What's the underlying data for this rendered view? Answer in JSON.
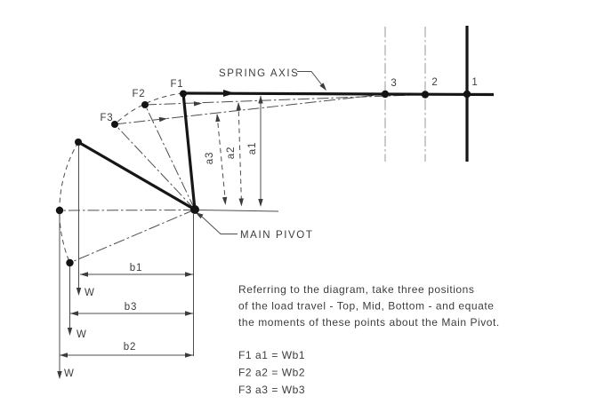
{
  "diagram": {
    "spring_axis_label": "SPRING AXIS",
    "main_pivot_label": "MAIN PIVOT",
    "force_labels": {
      "f1": "F1",
      "f2": "F2",
      "f3": "F3"
    },
    "position_labels": {
      "p1": "1",
      "p2": "2",
      "p3": "3"
    },
    "arm_labels": {
      "a1": "a1",
      "a2": "a2",
      "a3": "a3"
    },
    "base_labels": {
      "b1": "b1",
      "b2": "b2",
      "b3": "b3"
    },
    "weight_label": "W"
  },
  "notes": {
    "para": [
      "Referring to the diagram, take three positions",
      "of the load travel - Top, Mid, Bottom - and equate",
      "the moments of these points about the Main Pivot."
    ],
    "equations": [
      "F1 a1 = Wb1",
      "F2 a2 = Wb2",
      "F3 a3 = Wb3"
    ]
  },
  "colors": {
    "background": "#ffffff",
    "ink": "#161616",
    "line": "#4d4d4d",
    "faint_line": "#979797",
    "text": "#3c3c3c"
  }
}
